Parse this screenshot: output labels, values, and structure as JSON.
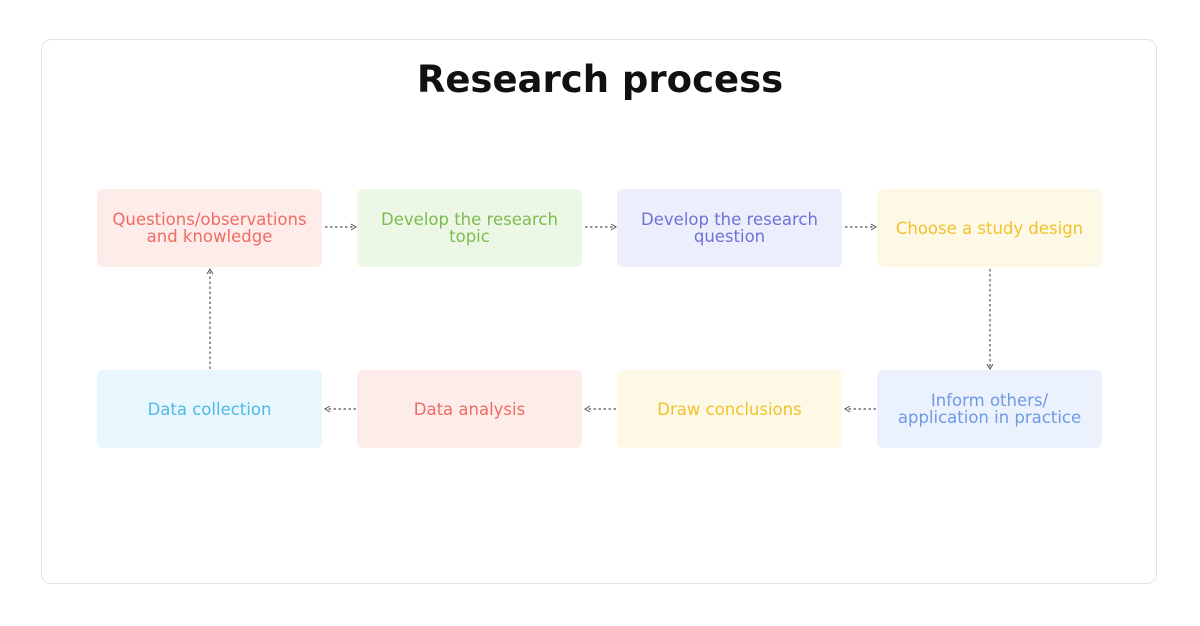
{
  "title": "Research process",
  "nodes": [
    {
      "label": "Questions/observations and knowledge",
      "bg": "#feecea",
      "fg": "#ee6c62"
    },
    {
      "label": "Develop the research topic",
      "bg": "#edf7e6",
      "fg": "#7cbc4e"
    },
    {
      "label": "Develop the research question",
      "bg": "#eceefc",
      "fg": "#6e72d8"
    },
    {
      "label": "Choose a study design",
      "bg": "#fef9e6",
      "fg": "#f2c12c"
    },
    {
      "label": "Inform others/ application in practice",
      "bg": "#ebf1fd",
      "fg": "#6e9ae6"
    },
    {
      "label": "Draw conclusions",
      "bg": "#fef9e6",
      "fg": "#f2c12c"
    },
    {
      "label": "Data analysis",
      "bg": "#feecea",
      "fg": "#ee6c62"
    },
    {
      "label": "Data collection",
      "bg": "#e8f6fd",
      "fg": "#52b8e6"
    }
  ],
  "arrow_color": "#555555"
}
